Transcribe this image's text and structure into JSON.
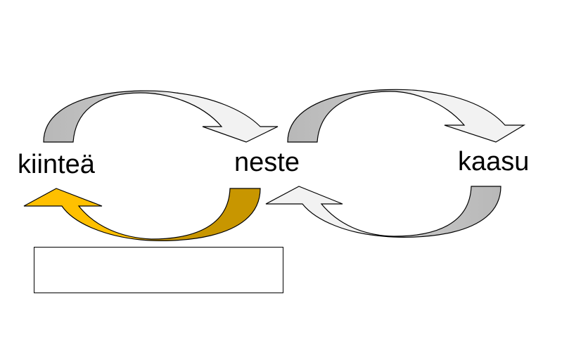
{
  "labels": {
    "solid": "kiinteä",
    "liquid": "neste",
    "gas": "kaasu"
  },
  "answer_box": {
    "text": ""
  },
  "colors": {
    "outline": "#000000",
    "arrow_gray_dark": "#bdbdbd",
    "arrow_gray_light": "#f0f0f0",
    "arrow_gold_light": "#ffc000",
    "arrow_gold_dark": "#c89600",
    "background": "#ffffff"
  },
  "arrows": [
    {
      "from": "kiinteä",
      "to": "neste",
      "style": "gray"
    },
    {
      "from": "neste",
      "to": "kaasu",
      "style": "gray"
    },
    {
      "from": "kaasu",
      "to": "neste",
      "style": "gray"
    },
    {
      "from": "neste",
      "to": "kiinteä",
      "style": "gold",
      "highlighted": true
    }
  ]
}
